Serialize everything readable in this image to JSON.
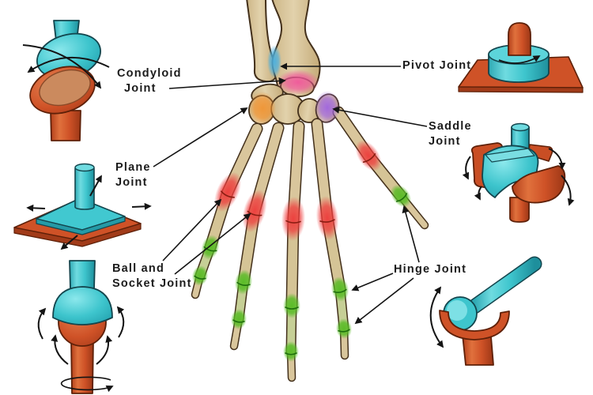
{
  "labels": {
    "condyloid": {
      "lines": [
        "Condyloid",
        "Joint"
      ]
    },
    "plane": {
      "lines": [
        "Plane",
        "Joint"
      ]
    },
    "ball_and_socket": {
      "lines": [
        "Ball and",
        "Socket Joint"
      ]
    },
    "pivot": {
      "lines": [
        "Pivot Joint"
      ]
    },
    "saddle": {
      "lines": [
        "Saddle",
        "Joint"
      ]
    },
    "hinge": {
      "lines": [
        "Hinge Joint"
      ]
    }
  },
  "colors": {
    "background": "#ffffff",
    "label_text": "#1b1b1b",
    "teal": "#3ec5cd",
    "teal_light": "#7de0e5",
    "teal_dark": "#1f96a3",
    "orange": "#cf5227",
    "orange_dark": "#a13b19",
    "orange_light": "#e0713d",
    "socket_inner": "#cb8a5e",
    "bone": "#d9c69c",
    "bone_shadow": "#bca06f",
    "bone_outline": "#43301b",
    "joint_red": "#ee3b3b",
    "joint_green": "#55bb22",
    "joint_blue": "#4ab0e0",
    "joint_pink": "#f0569a",
    "joint_orange": "#f09433",
    "joint_purple": "#9f63df",
    "arrow_black": "#141414"
  }
}
